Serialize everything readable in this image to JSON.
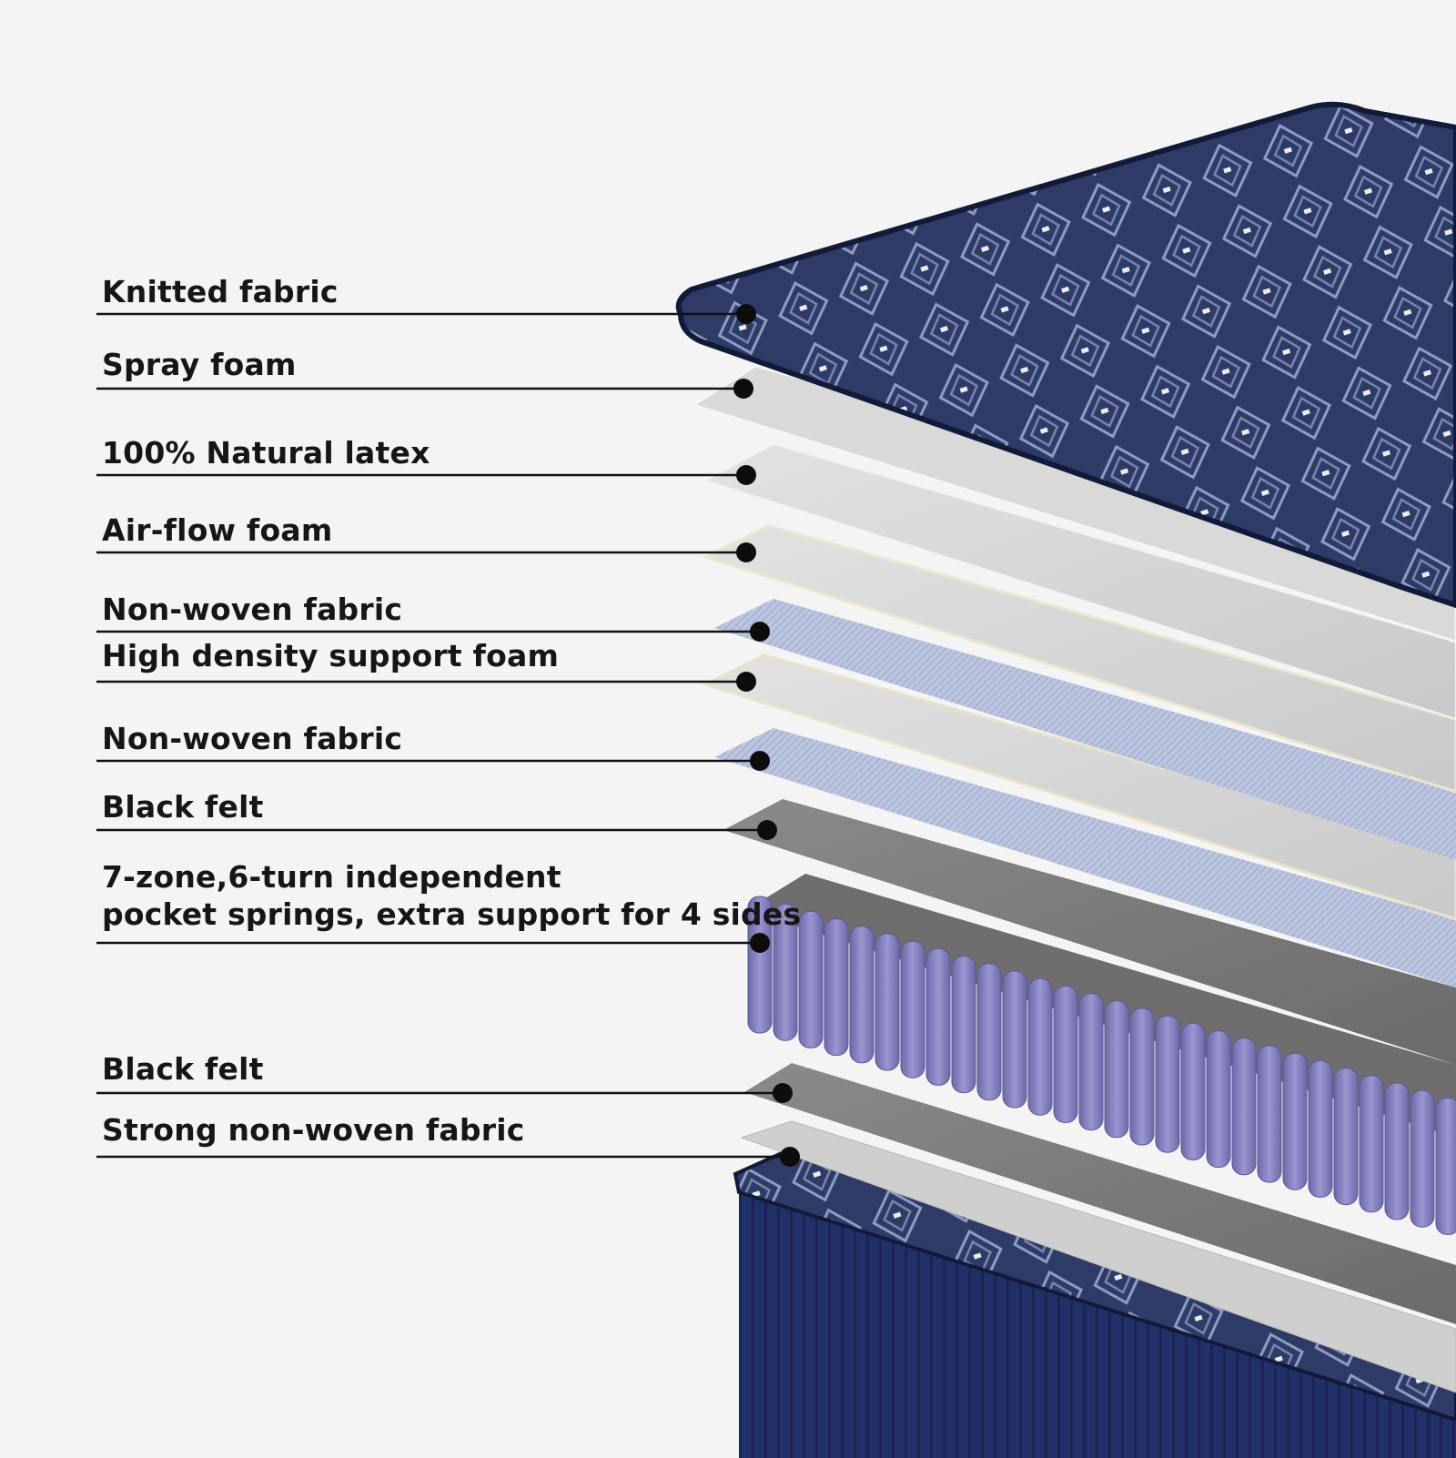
{
  "layers": [
    {
      "id": "knitted-fabric",
      "label": "Knitted fabric"
    },
    {
      "id": "spray-foam",
      "label": "Spray foam"
    },
    {
      "id": "natural-latex",
      "label": "100% Natural latex"
    },
    {
      "id": "air-flow-foam",
      "label": "Air-flow foam"
    },
    {
      "id": "non-woven-fabric-1",
      "label": "Non-woven fabric"
    },
    {
      "id": "high-density-foam",
      "label": "High density support foam"
    },
    {
      "id": "non-woven-fabric-2",
      "label": "Non-woven fabric"
    },
    {
      "id": "black-felt-1",
      "label": "Black felt"
    },
    {
      "id": "pocket-springs",
      "label": "7-zone,6-turn independent",
      "label2": "pocket springs, extra support for 4 sides"
    },
    {
      "id": "black-felt-2",
      "label": "Black felt"
    },
    {
      "id": "strong-non-woven",
      "label": "Strong non-woven fabric"
    }
  ],
  "colors": {
    "background": "#f4f4f4",
    "fabric": "#2c3a63",
    "fabric_pattern": "#9aa6c8",
    "foam": "#d6d6d6",
    "non_woven": "#b9c3de",
    "felt": "#7a7a7a",
    "springs": "#8a86c2",
    "leader": "#111111"
  }
}
